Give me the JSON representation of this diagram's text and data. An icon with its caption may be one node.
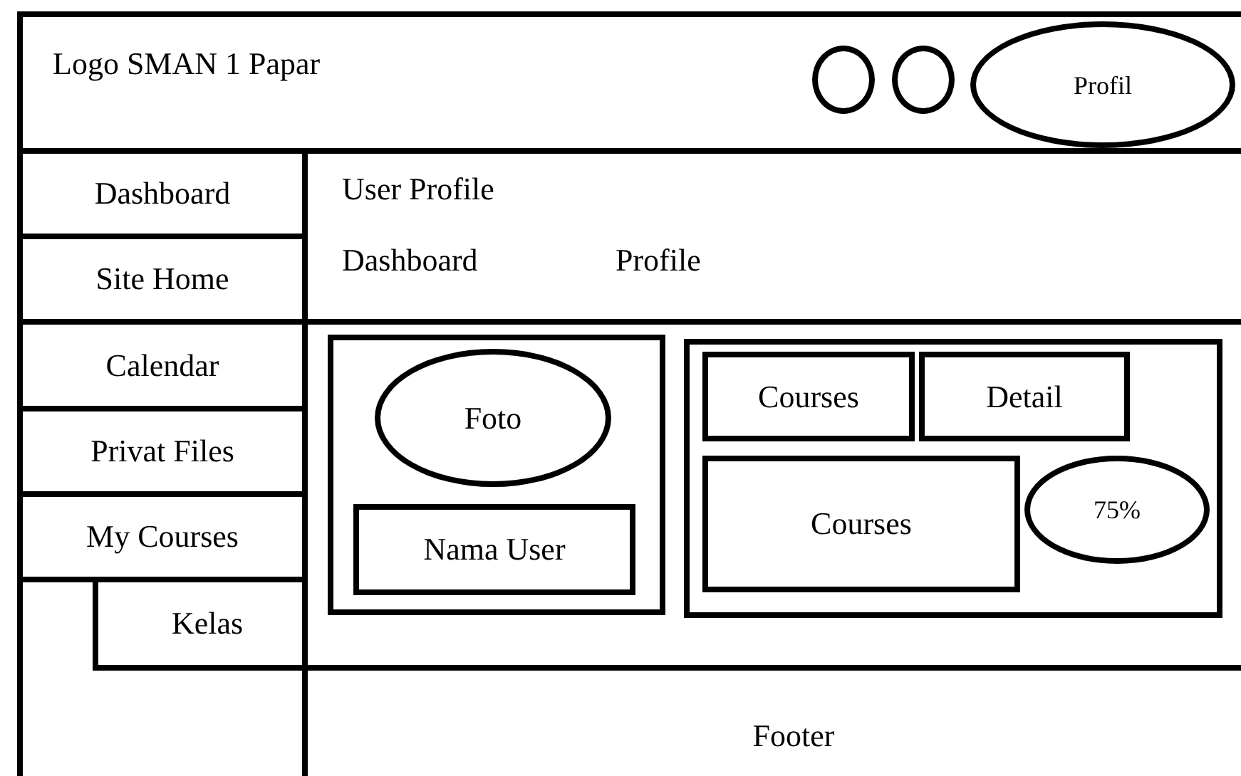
{
  "diagram": {
    "nodes": [
      {
        "text": [
          "Logo SMAN 1 Papar"
        ]
      },
      {
        "text": [],
        "shape": "circle",
        "in": 0
      },
      {
        "text": [],
        "shape": "circle",
        "in": 0
      },
      {
        "text": [
          "Profil"
        ],
        "in": 0
      },
      {
        "text": [
          "Dashboard"
        ]
      },
      {
        "text": [
          "Site Home"
        ]
      },
      {
        "text": [
          "Calendar"
        ]
      },
      {
        "text": [
          "Privat Files"
        ]
      },
      {
        "text": [
          "My Courses"
        ]
      },
      {
        "text": [
          "Kelas"
        ]
      },
      {
        "text": [
          "User Profile",
          "Dashboard",
          "Profile"
        ]
      },
      {
        "text": [],
        "shape": "box"
      },
      {
        "text": [],
        "shape": "box",
        "in": 11
      },
      {
        "text": [
          "Foto"
        ],
        "in": 12
      },
      {
        "text": [
          "Nama User"
        ],
        "in": 12
      },
      {
        "text": [],
        "shape": "box",
        "in": 11
      },
      {
        "text": [
          "Courses"
        ],
        "in": 15
      },
      {
        "text": [
          "Detail"
        ],
        "in": 15
      },
      {
        "text": [
          "Courses"
        ],
        "in": 15
      },
      {
        "text": [
          "75%"
        ],
        "in": 15
      },
      {
        "text": [
          "Footer"
        ]
      }
    ]
  }
}
